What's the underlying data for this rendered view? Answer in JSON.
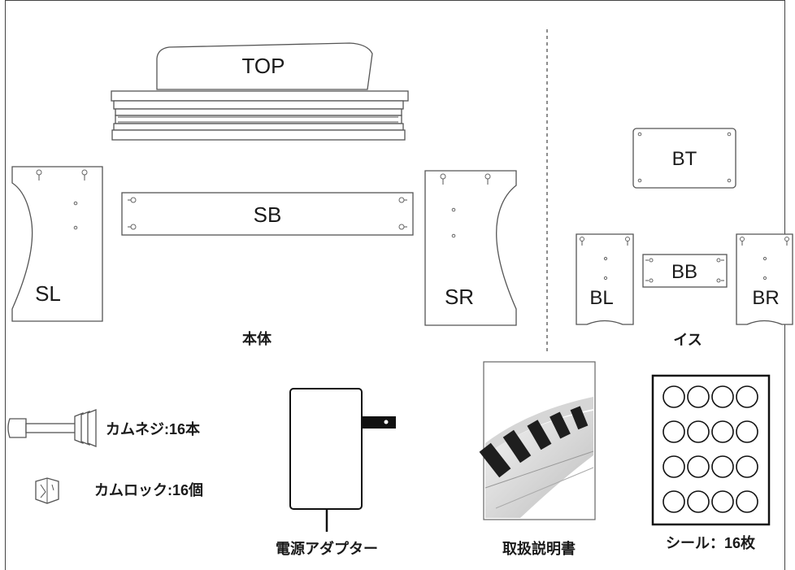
{
  "diagram": {
    "main_parts": {
      "top": "TOP",
      "sl": "SL",
      "sb": "SB",
      "sr": "SR",
      "caption": "本体"
    },
    "bench_parts": {
      "bt": "BT",
      "bl": "BL",
      "bb": "BB",
      "br": "BR",
      "caption": "イス"
    },
    "accessories": {
      "cam_screw": "カムネジ:16本",
      "cam_lock": "カムロック:16個",
      "adapter": "電源アダプター",
      "manual": "取扱説明書",
      "stickers": "シール：16枚"
    }
  }
}
